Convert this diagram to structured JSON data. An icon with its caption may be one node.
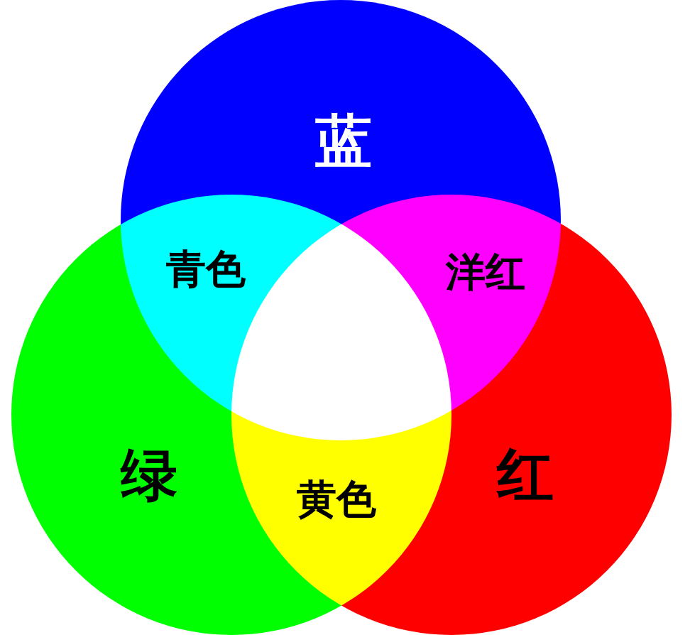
{
  "diagram": {
    "nodes": [
      {
        "text": [
          "蓝"
        ]
      },
      {
        "text": [
          "绿"
        ]
      },
      {
        "text": [
          "红"
        ]
      }
    ],
    "labels": [
      "青色",
      "洋红",
      "黄色"
    ]
  }
}
